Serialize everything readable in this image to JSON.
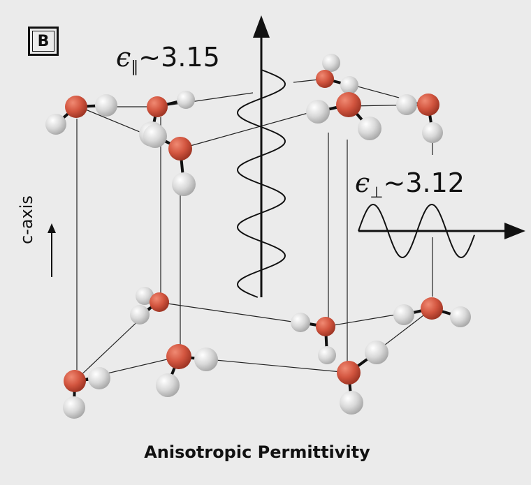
{
  "panel_label": "B",
  "permittivity": {
    "parallel": {
      "symbol": "ϵ",
      "subscript": "∥",
      "approx": "~",
      "value": "3.15"
    },
    "perpendicular": {
      "symbol": "ϵ",
      "subscript": "⊥",
      "approx": "~",
      "value": "3.12"
    }
  },
  "axis_label": "c-axis",
  "caption": "Anisotropic Permittivity",
  "colors": {
    "oxygen": "#d2553f",
    "hydrogen": "#d6d6d6",
    "bond": "#111111",
    "lattice": "#222222",
    "background": "#ebebeb"
  }
}
